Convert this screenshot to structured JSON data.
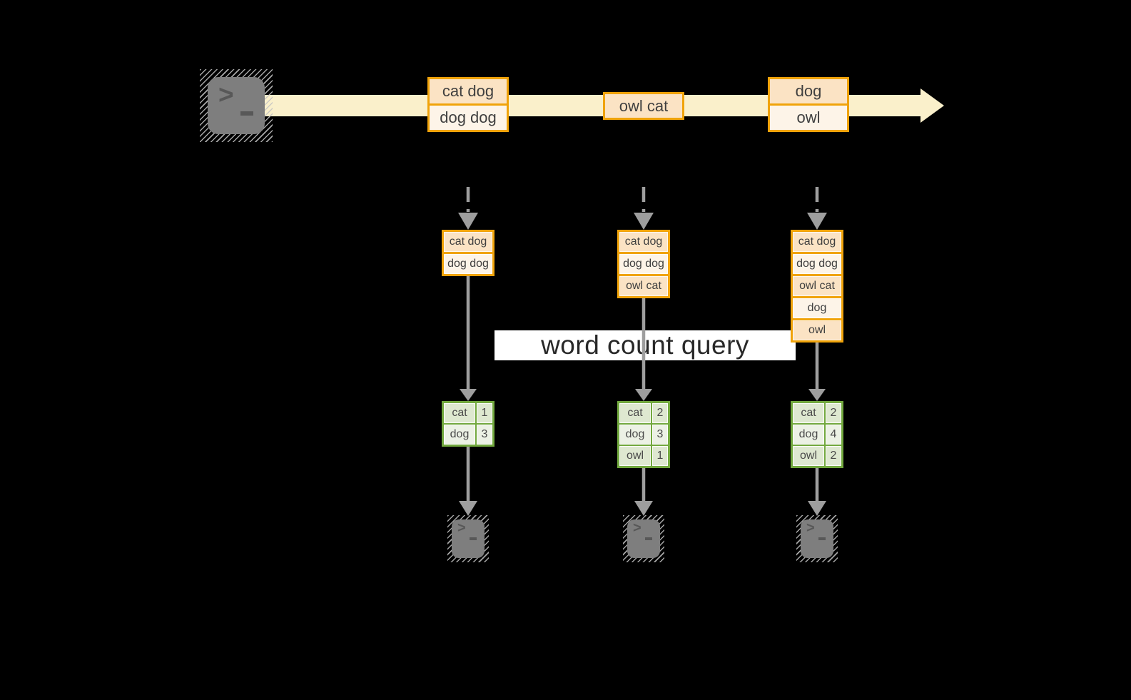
{
  "colors": {
    "gold": "#f0a30a",
    "peach": "#fbe3c4",
    "cream": "#fdf4e8",
    "band": "#faf0cb",
    "green": "#72a83e",
    "green_cell": "#dee8d0",
    "green_cell_light": "#ecf1e5",
    "arrow_gray": "#9e9e9e",
    "terminal_gray": "#7e7e7e",
    "glyph_gray": "#585858",
    "banner_bg": "#ffffff",
    "banner_text": "#282828",
    "text_dark": "#3f3f3f",
    "background": "#000000"
  },
  "terminal": {
    "prompt": ">"
  },
  "query": {
    "label": "word count query"
  },
  "stream": {
    "batches": [
      {
        "rows": [
          "cat dog",
          "dog dog"
        ]
      },
      {
        "rows": [
          "owl cat"
        ]
      },
      {
        "rows": [
          "dog",
          "owl"
        ]
      }
    ]
  },
  "columns": [
    {
      "batch_rows": [
        "cat dog",
        "dog dog"
      ],
      "counts": [
        {
          "word": "cat",
          "count": "1"
        },
        {
          "word": "dog",
          "count": "3"
        }
      ]
    },
    {
      "batch_rows": [
        "cat dog",
        "dog dog",
        "owl cat"
      ],
      "counts": [
        {
          "word": "cat",
          "count": "2"
        },
        {
          "word": "dog",
          "count": "3"
        },
        {
          "word": "owl",
          "count": "1"
        }
      ]
    },
    {
      "batch_rows": [
        "cat dog",
        "dog dog",
        "owl cat",
        "dog",
        "owl"
      ],
      "counts": [
        {
          "word": "cat",
          "count": "2"
        },
        {
          "word": "dog",
          "count": "4"
        },
        {
          "word": "owl",
          "count": "2"
        }
      ]
    }
  ]
}
